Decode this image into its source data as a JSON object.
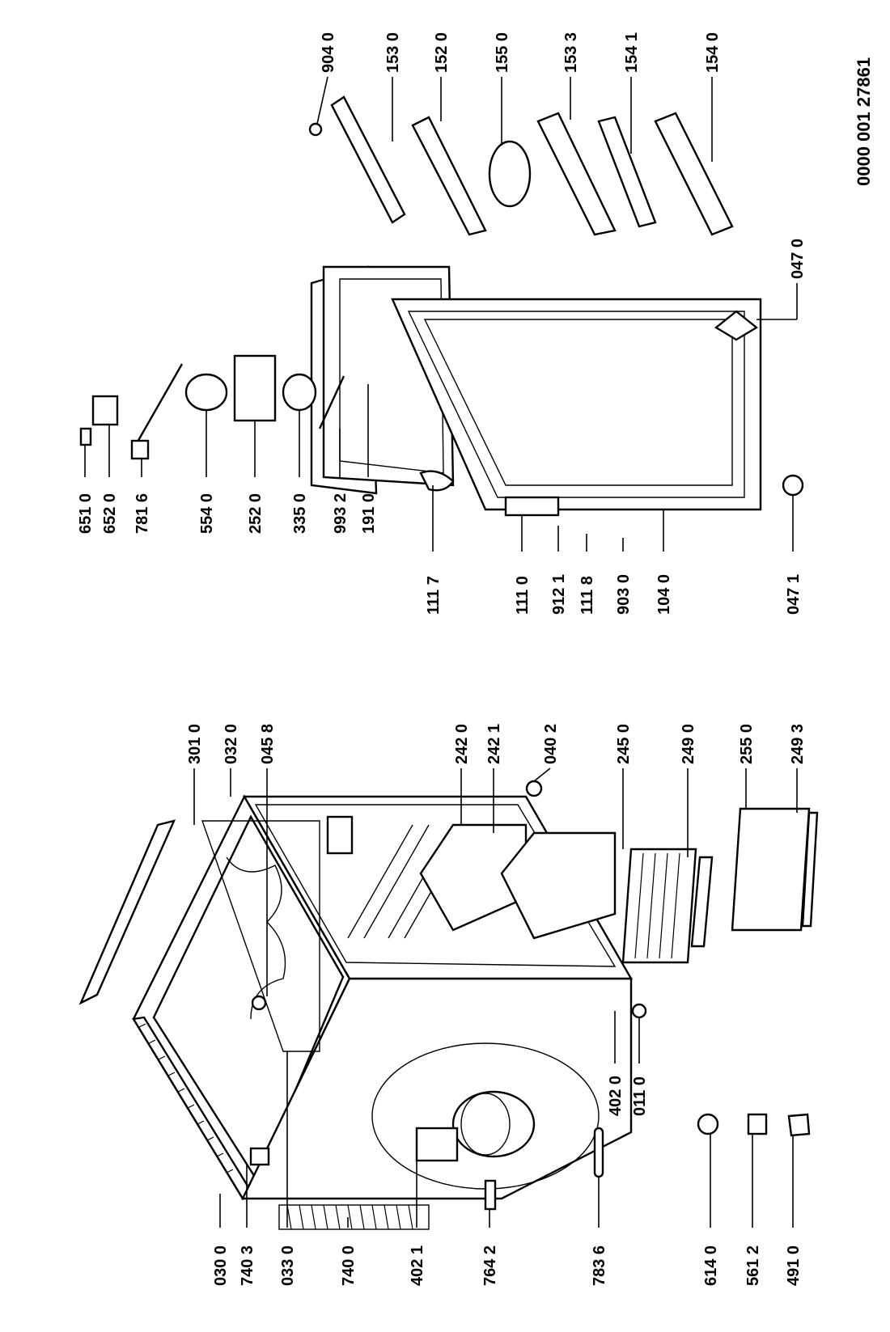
{
  "document_number": "0000 001 27861",
  "parts": [
    {
      "id": "030 0"
    },
    {
      "id": "740 3"
    },
    {
      "id": "033 0"
    },
    {
      "id": "740 0"
    },
    {
      "id": "402 1"
    },
    {
      "id": "764 2"
    },
    {
      "id": "783 6"
    },
    {
      "id": "614 0"
    },
    {
      "id": "561 2"
    },
    {
      "id": "491 0"
    },
    {
      "id": "402 0"
    },
    {
      "id": "011 0"
    },
    {
      "id": "301 0"
    },
    {
      "id": "032 0"
    },
    {
      "id": "045 8"
    },
    {
      "id": "242 0"
    },
    {
      "id": "242 1"
    },
    {
      "id": "040 2"
    },
    {
      "id": "245 0"
    },
    {
      "id": "249 0"
    },
    {
      "id": "255 0"
    },
    {
      "id": "249 3"
    },
    {
      "id": "111 7"
    },
    {
      "id": "111 0"
    },
    {
      "id": "912 1"
    },
    {
      "id": "111 8"
    },
    {
      "id": "903 0"
    },
    {
      "id": "104 0"
    },
    {
      "id": "047 1"
    },
    {
      "id": "651 0"
    },
    {
      "id": "652 0"
    },
    {
      "id": "781 6"
    },
    {
      "id": "554 0"
    },
    {
      "id": "252 0"
    },
    {
      "id": "335 0"
    },
    {
      "id": "993 2"
    },
    {
      "id": "191 0"
    },
    {
      "id": "047 0"
    },
    {
      "id": "904 0"
    },
    {
      "id": "153 0"
    },
    {
      "id": "152 0"
    },
    {
      "id": "155 0"
    },
    {
      "id": "153 3"
    },
    {
      "id": "154 1"
    },
    {
      "id": "154 0"
    }
  ]
}
